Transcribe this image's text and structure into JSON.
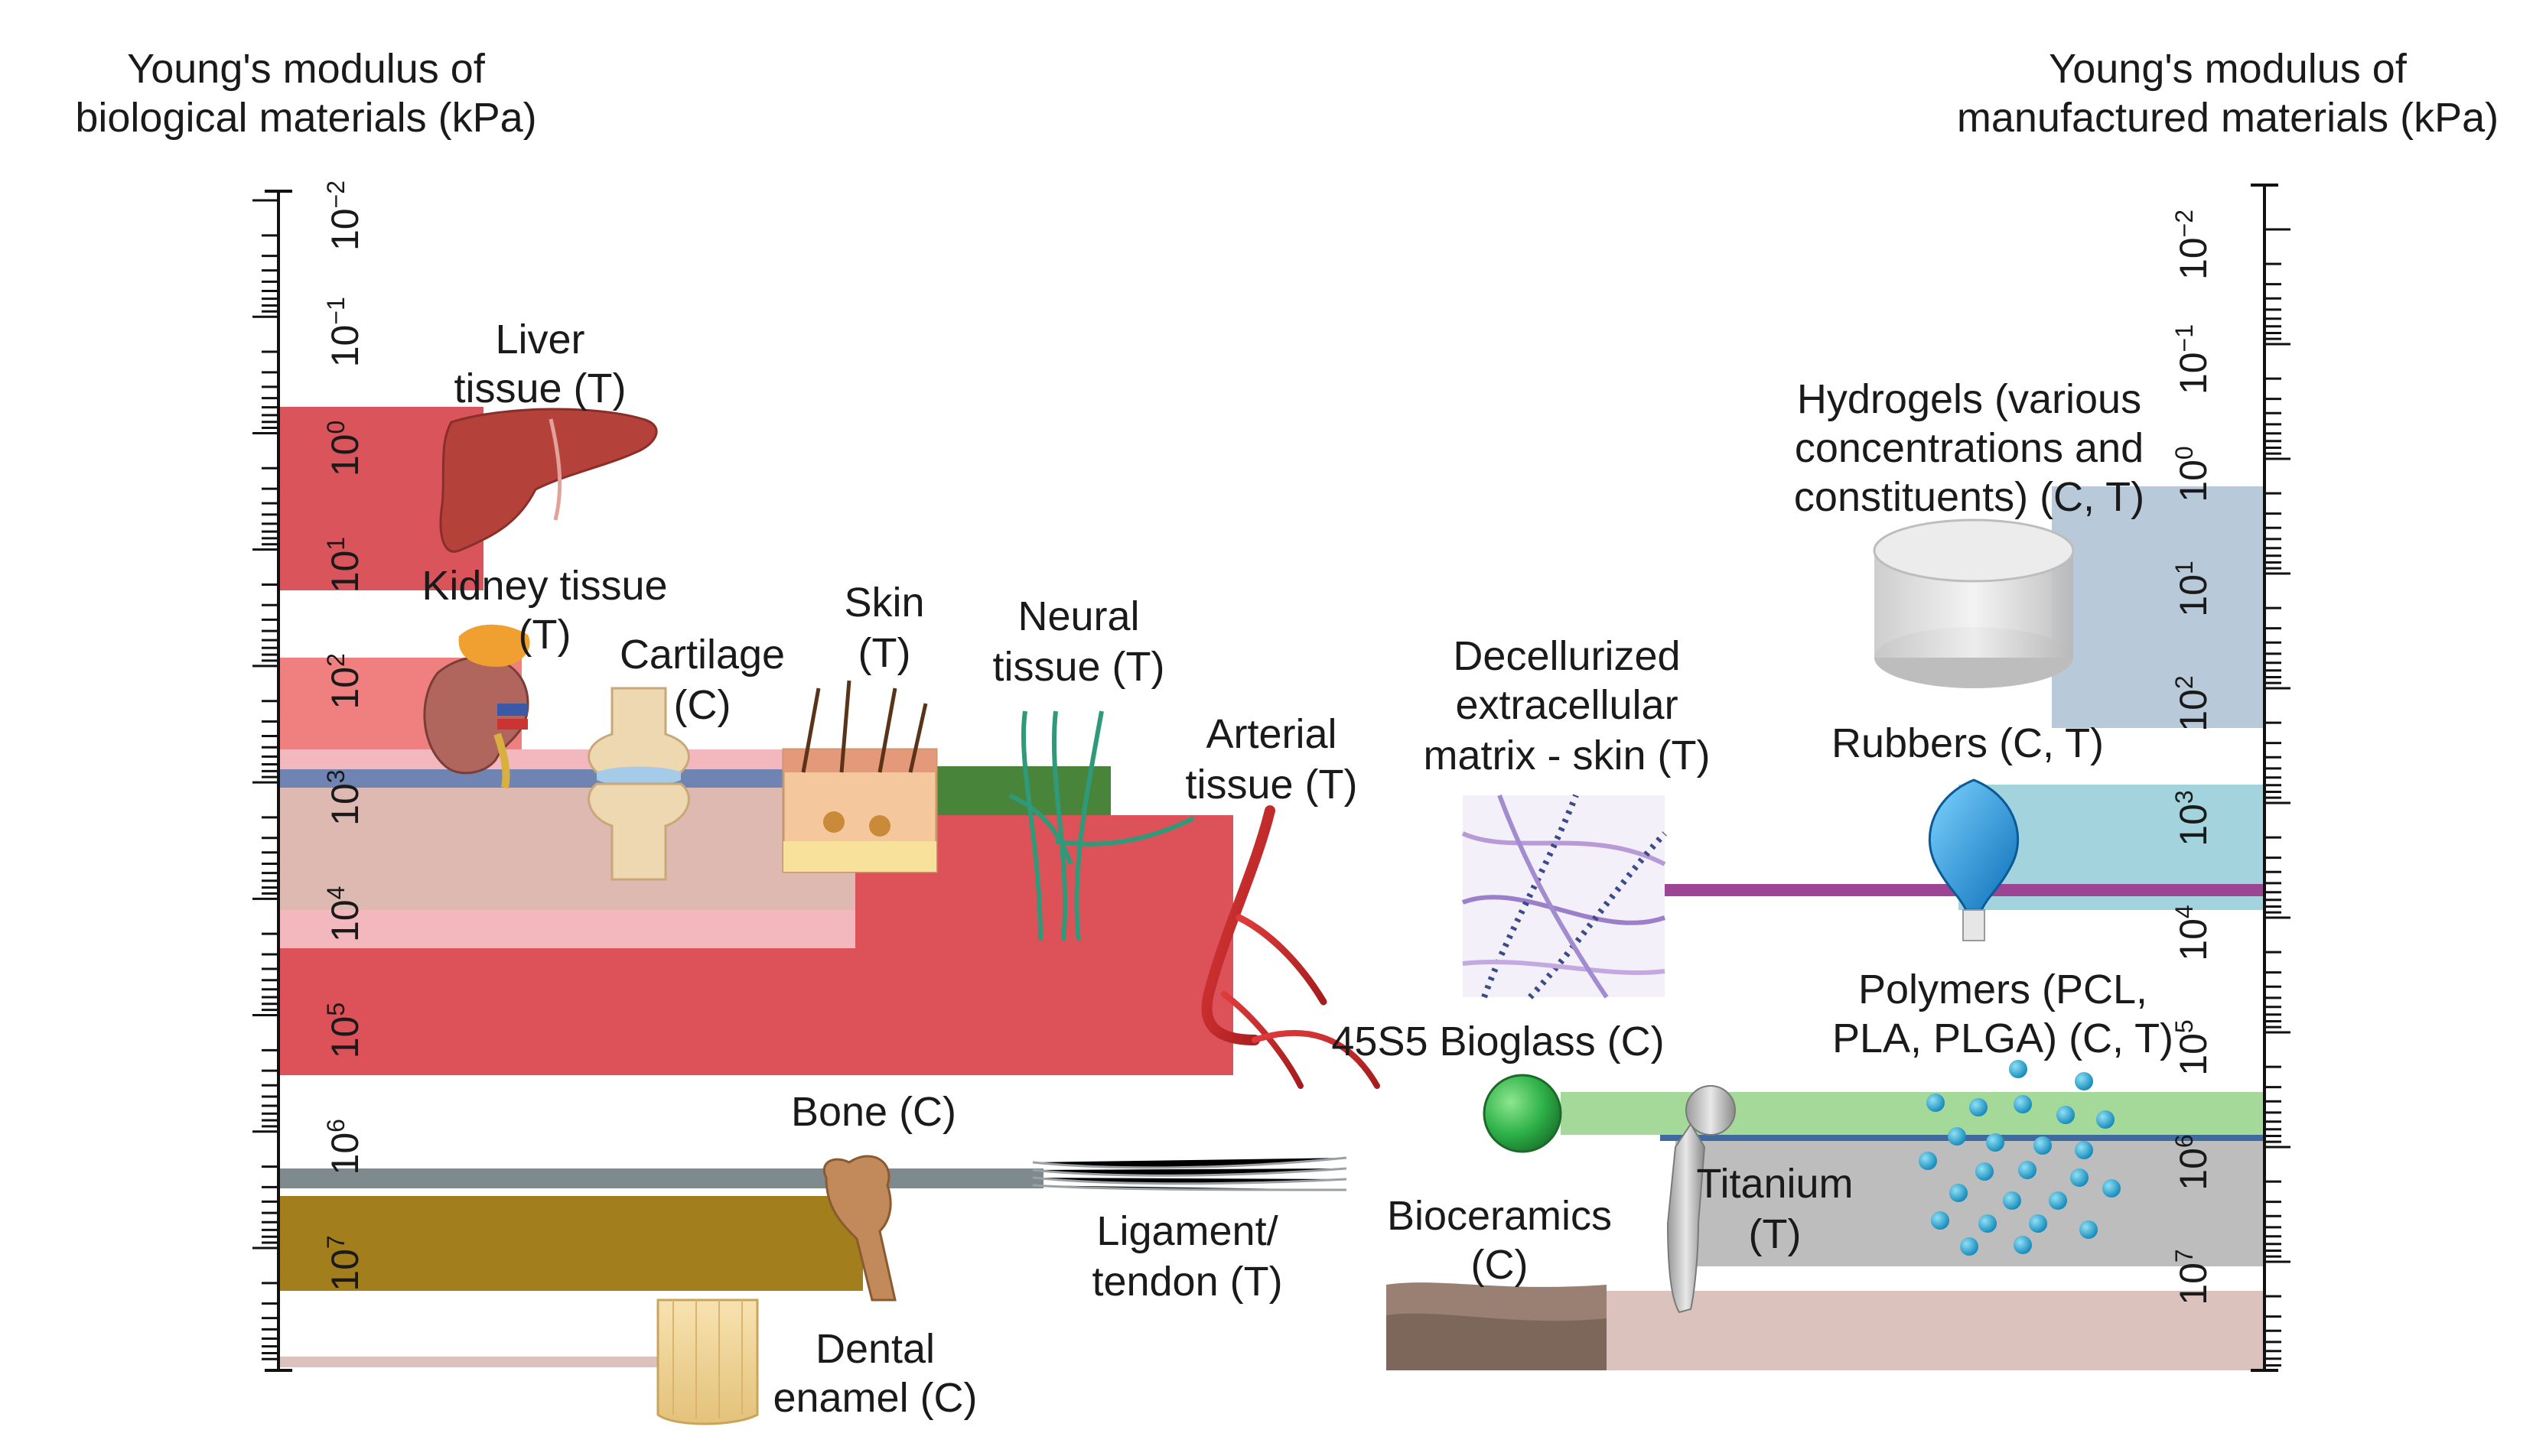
{
  "left_axis": {
    "title_line1": "Young's modulus of",
    "title_line2": "biological materials (kPa)",
    "ticks": [
      {
        "base": "10",
        "exp": "−2"
      },
      {
        "base": "10",
        "exp": "−1"
      },
      {
        "base": "10",
        "exp": "0"
      },
      {
        "base": "10",
        "exp": "1"
      },
      {
        "base": "10",
        "exp": "2"
      },
      {
        "base": "10",
        "exp": "3"
      },
      {
        "base": "10",
        "exp": "4"
      },
      {
        "base": "10",
        "exp": "5"
      },
      {
        "base": "10",
        "exp": "6"
      },
      {
        "base": "10",
        "exp": "7"
      }
    ]
  },
  "right_axis": {
    "title_line1": "Young's modulus of",
    "title_line2": "manufactured materials (kPa)",
    "ticks": [
      {
        "base": "10",
        "exp": "−2"
      },
      {
        "base": "10",
        "exp": "−1"
      },
      {
        "base": "10",
        "exp": "0"
      },
      {
        "base": "10",
        "exp": "1"
      },
      {
        "base": "10",
        "exp": "2"
      },
      {
        "base": "10",
        "exp": "3"
      },
      {
        "base": "10",
        "exp": "4"
      },
      {
        "base": "10",
        "exp": "5"
      },
      {
        "base": "10",
        "exp": "6"
      },
      {
        "base": "10",
        "exp": "7"
      }
    ]
  },
  "biological": {
    "liver": {
      "line1": "Liver",
      "line2": "tissue (T)",
      "color": "#d9545b",
      "icon": "liver-icon"
    },
    "kidney": {
      "line1": "Kidney tissue",
      "line2": "(T)",
      "color": "#f08080",
      "icon": "kidney-icon"
    },
    "cartilage": {
      "line1": "Cartilage",
      "line2": "(C)",
      "color": "#f2b8bd",
      "icon": "knee-joint-icon"
    },
    "skin": {
      "line1": "Skin",
      "line2": "(T)",
      "color": "#e8a8ad",
      "icon": "skin-section-icon"
    },
    "neural": {
      "line1": "Neural",
      "line2": "tissue (T)",
      "color": "#4a8a3a",
      "icon": "neural-fibers-icon"
    },
    "arterial": {
      "line1": "Arterial",
      "line2": "tissue (T)",
      "color": "#dc5258",
      "icon": "artery-icon"
    },
    "bone": {
      "line1": "Bone (C)",
      "color": "#a27f1c",
      "icon": "femur-icon"
    },
    "ligament": {
      "line1": "Ligament/",
      "line2": "tendon (T)",
      "color": "#7f8a8f",
      "icon": "tendon-icon"
    },
    "enamel": {
      "line1": "Dental",
      "line2": "enamel (C)",
      "color": "#dcc2bd",
      "icon": "enamel-icon"
    }
  },
  "manufactured": {
    "hydrogels": {
      "line1": "Hydrogels (various",
      "line2": "concentrations and",
      "line3": "constituents) (C, T)",
      "color": "#b8c9da",
      "icon": "hydrogel-disc-icon"
    },
    "decell": {
      "line1": "Decellurized",
      "line2": "extracellular",
      "line3": "matrix - skin (T)",
      "color": "#9b4594",
      "icon": "fiber-matrix-icon"
    },
    "rubbers": {
      "line1": "Rubbers (C, T)",
      "color": "#a3d4de",
      "icon": "rubber-bulb-icon"
    },
    "bioglass": {
      "line1": "45S5 Bioglass (C)",
      "color": "#a5d99a",
      "icon": "green-sphere-icon"
    },
    "polymers": {
      "line1": "Polymers (PCL,",
      "line2": "PLA, PLGA) (C, T)",
      "color": "#3f6aa0",
      "icon": "polymer-beads-icon"
    },
    "titanium": {
      "line1": "Titanium",
      "line2": "(T)",
      "color": "#bdbdbd",
      "icon": "hip-implant-icon"
    },
    "bioceramics": {
      "line1": "Bioceramics",
      "line2": "(C)",
      "color": "#dcc2bd",
      "icon": "ceramic-block-icon"
    }
  }
}
